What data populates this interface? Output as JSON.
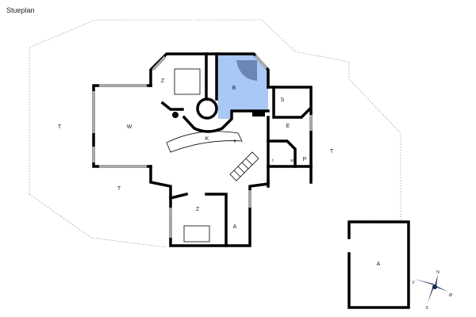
{
  "title": "Stueplan",
  "rooms": {
    "terrace_left": "T",
    "living": "W",
    "bedroom_top": "Z",
    "bathroom": "B",
    "storage": "S",
    "entry": "E",
    "kitchen": "K",
    "kitchen_g": "g",
    "toilet": "t",
    "washer": "w",
    "pantry": "P",
    "terrace_right": "T",
    "terrace_bottom": "T",
    "bedroom_bottom": "Z",
    "annex_small": "A",
    "garage": "A"
  },
  "highlight_color": "#a9c8f5",
  "compass": {
    "n": "N",
    "w": "V",
    "e": "Ø",
    "s": "S"
  }
}
